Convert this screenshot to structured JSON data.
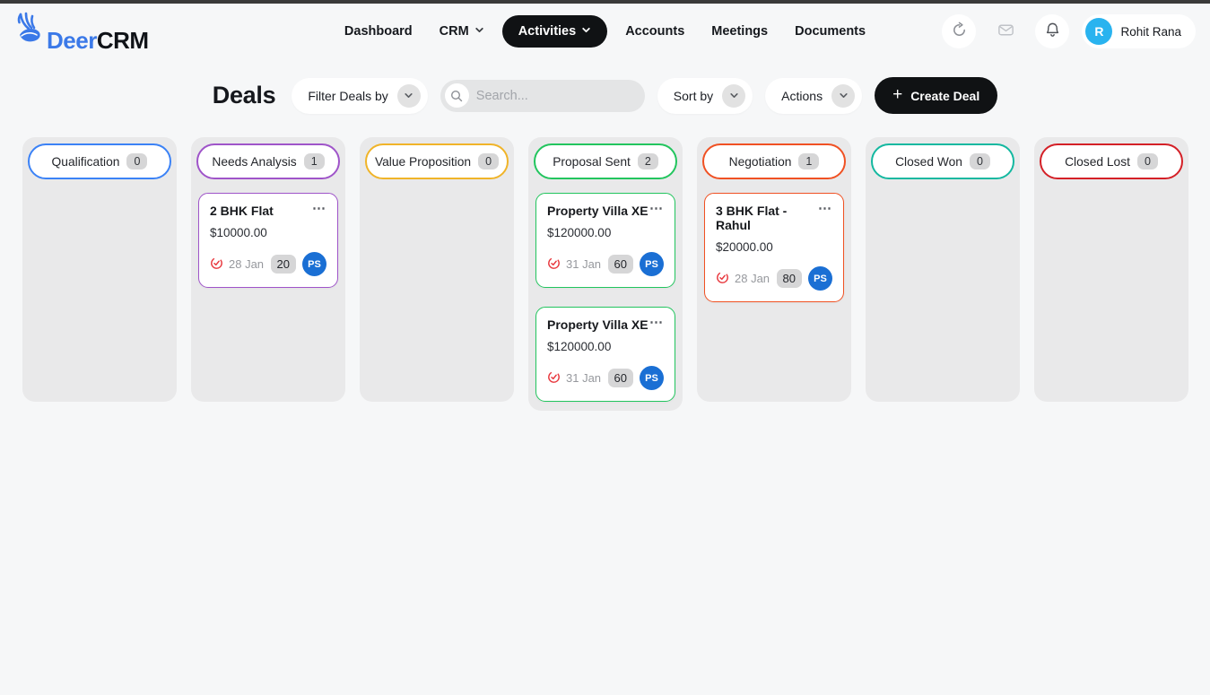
{
  "brand": {
    "name_primary": "Deer",
    "name_secondary": "CRM"
  },
  "nav": {
    "items": [
      {
        "label": "Dashboard",
        "chevron": false,
        "active": false
      },
      {
        "label": "CRM",
        "chevron": true,
        "active": false
      },
      {
        "label": "Activities",
        "chevron": true,
        "active": true
      },
      {
        "label": "Accounts",
        "chevron": false,
        "active": false
      },
      {
        "label": "Meetings",
        "chevron": false,
        "active": false
      },
      {
        "label": "Documents",
        "chevron": false,
        "active": false
      }
    ]
  },
  "header_actions": {
    "icons": [
      "refresh-icon",
      "mail-icon",
      "bell-icon"
    ],
    "user": {
      "initial": "R",
      "name": "Rohit Rana"
    }
  },
  "toolbar": {
    "title": "Deals",
    "filter_label": "Filter Deals by",
    "search_placeholder": "Search...",
    "sort_label": "Sort by",
    "actions_label": "Actions",
    "create_label": "Create Deal"
  },
  "board": {
    "columns": [
      {
        "name": "Qualification",
        "count": 0,
        "color": "#3b82f6",
        "cards": []
      },
      {
        "name": "Needs Analysis",
        "count": 1,
        "color": "#9f54c9",
        "cards": [
          {
            "title": "2 BHK Flat",
            "amount": "$10000.00",
            "date": "28 Jan",
            "score": 20,
            "avatar": "PS"
          }
        ]
      },
      {
        "name": "Value Proposition",
        "count": 0,
        "color": "#f0b429",
        "cards": []
      },
      {
        "name": "Proposal Sent",
        "count": 2,
        "color": "#22c55e",
        "cards": [
          {
            "title": "Property Villa XE",
            "amount": "$120000.00",
            "date": "31 Jan",
            "score": 60,
            "avatar": "PS"
          },
          {
            "title": "Property Villa XE",
            "amount": "$120000.00",
            "date": "31 Jan",
            "score": 60,
            "avatar": "PS"
          }
        ]
      },
      {
        "name": "Negotiation",
        "count": 1,
        "color": "#f05123",
        "cards": [
          {
            "title": "3 BHK Flat - Rahul",
            "amount": "$20000.00",
            "date": "28 Jan",
            "score": 80,
            "avatar": "PS"
          }
        ]
      },
      {
        "name": "Closed Won",
        "count": 0,
        "color": "#14b8a0",
        "cards": []
      },
      {
        "name": "Closed Lost",
        "count": 0,
        "color": "#d42027",
        "cards": []
      }
    ]
  },
  "colors": {
    "brand_blue": "#3b79e8",
    "accent_dark": "#101214",
    "deal_avatar_blue": "#1a6fd4",
    "user_avatar_blue": "#29b3ef",
    "target_red": "#e8373d",
    "column_bg": "#e9e9ea"
  }
}
